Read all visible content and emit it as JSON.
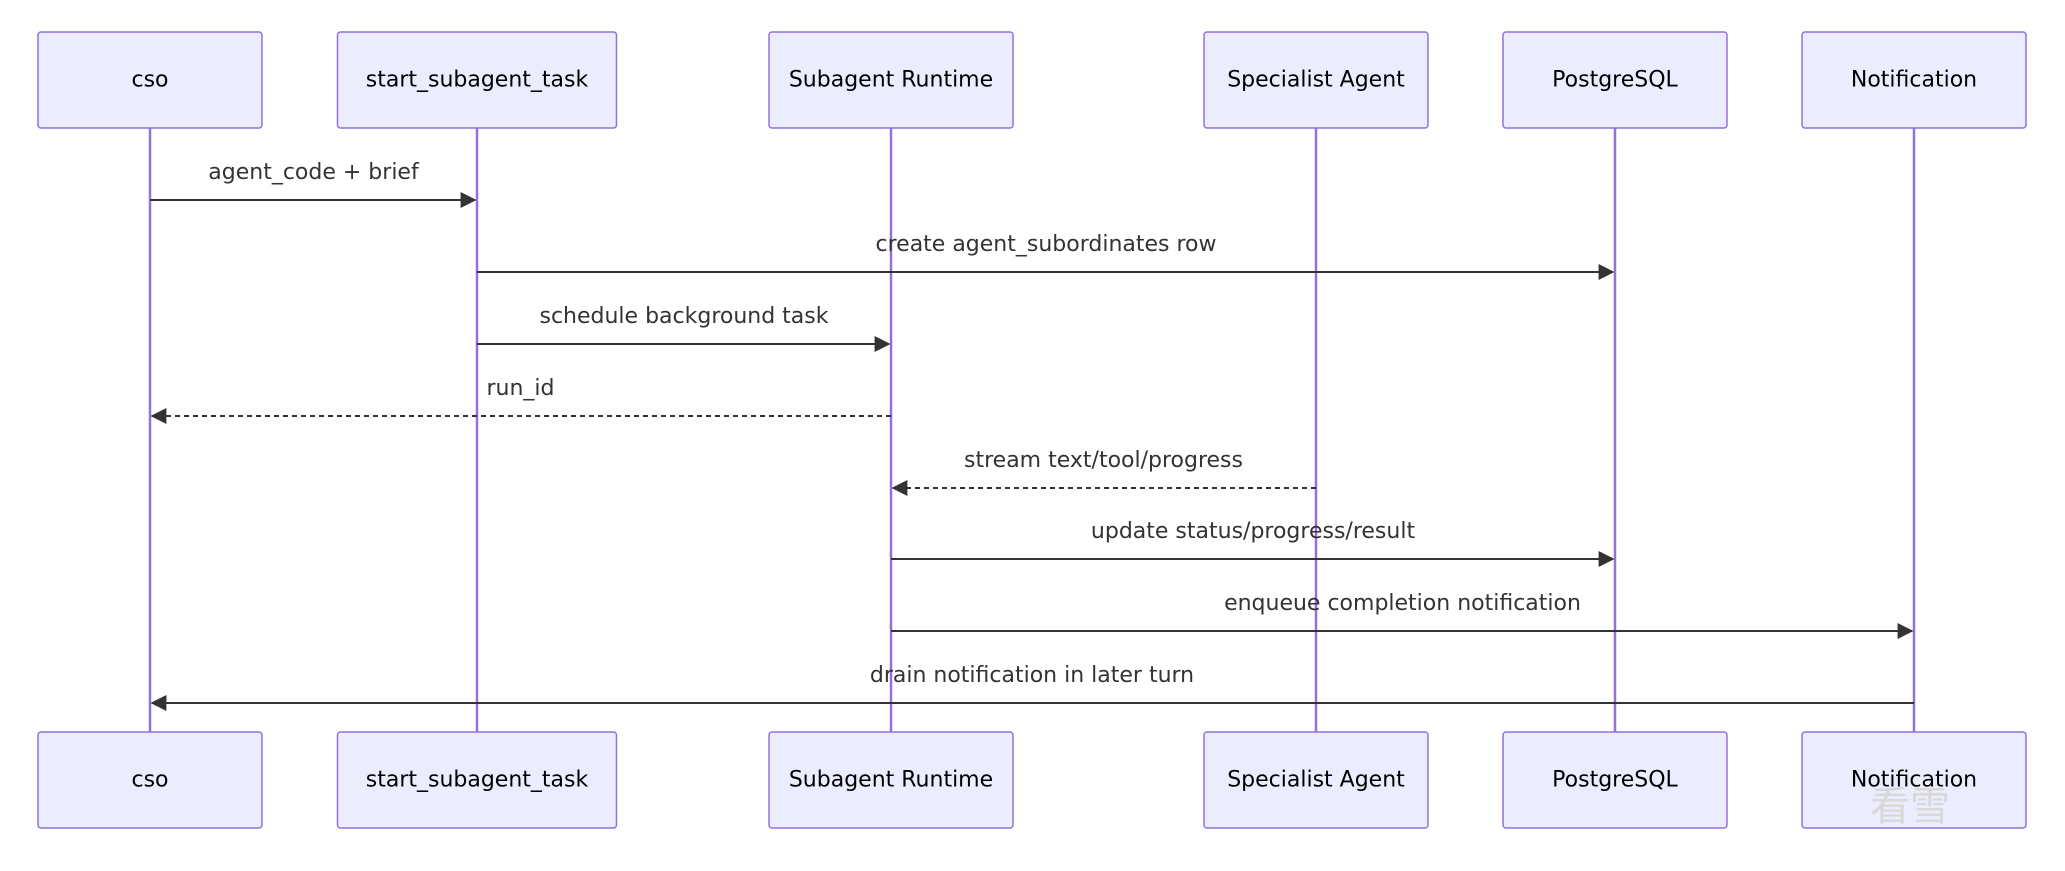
{
  "actors": [
    {
      "id": "cso",
      "label": "cso"
    },
    {
      "id": "start",
      "label": "start_subagent_task"
    },
    {
      "id": "runtime",
      "label": "Subagent Runtime"
    },
    {
      "id": "specialist",
      "label": "Specialist Agent"
    },
    {
      "id": "pg",
      "label": "PostgreSQL"
    },
    {
      "id": "notif",
      "label": "Notification"
    }
  ],
  "messages": [
    {
      "from": "cso",
      "to": "start",
      "label": "agent_code + brief",
      "style": "solid"
    },
    {
      "from": "start",
      "to": "pg",
      "label": "create agent_subordinates row",
      "style": "solid"
    },
    {
      "from": "start",
      "to": "runtime",
      "label": "schedule background task",
      "style": "solid"
    },
    {
      "from": "runtime",
      "to": "cso",
      "label": "run_id",
      "style": "dashed"
    },
    {
      "from": "specialist",
      "to": "runtime",
      "label": "stream text/tool/progress",
      "style": "dashed"
    },
    {
      "from": "runtime",
      "to": "pg",
      "label": "update status/progress/result",
      "style": "solid"
    },
    {
      "from": "runtime",
      "to": "notif",
      "label": "enqueue completion notification",
      "style": "solid"
    },
    {
      "from": "notif",
      "to": "cso",
      "label": "drain notification in later turn",
      "style": "solid"
    }
  ],
  "watermark": "看雪",
  "colors": {
    "actor_fill": "#ececff",
    "actor_border": "#9370db",
    "lifeline": "#9370db",
    "message": "#333333"
  }
}
